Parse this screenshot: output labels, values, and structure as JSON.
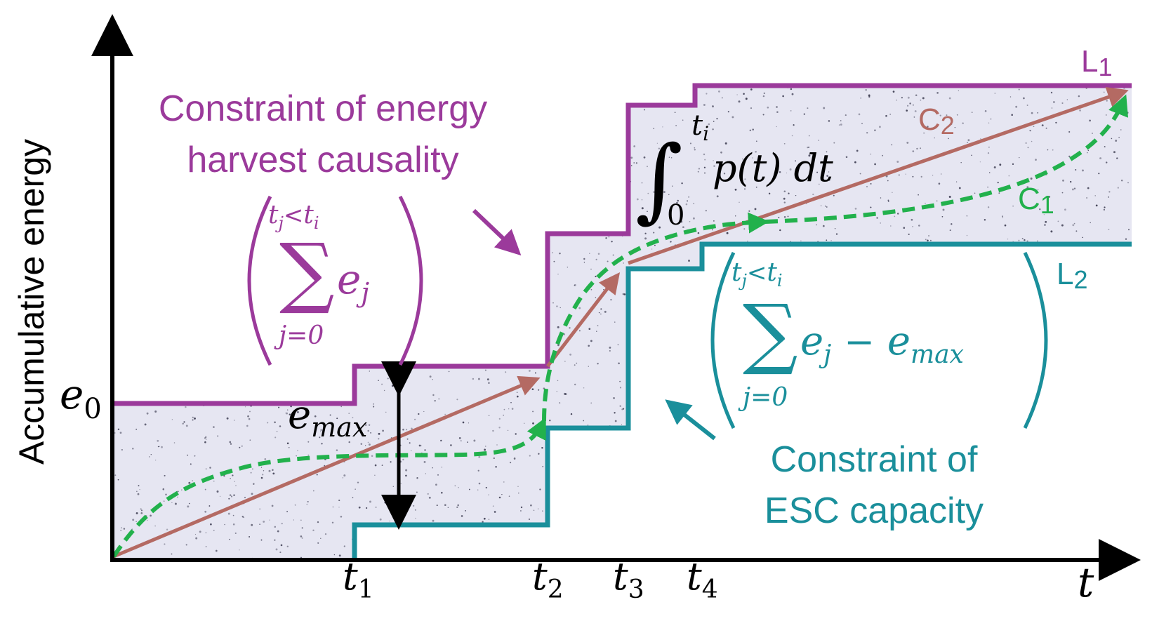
{
  "axes": {
    "y_label": "Accumulative energy",
    "x_label": "t",
    "y_tick": {
      "base": "e",
      "sub": "0"
    },
    "x_ticks": [
      {
        "base": "t",
        "sub": "1"
      },
      {
        "base": "t",
        "sub": "2"
      },
      {
        "base": "t",
        "sub": "3"
      },
      {
        "base": "t",
        "sub": "4"
      }
    ]
  },
  "curves": {
    "L1": {
      "letter": "L",
      "sub": "1",
      "color": "#9b3a9b"
    },
    "L2": {
      "letter": "L",
      "sub": "2",
      "color": "#1a8f9b"
    },
    "C1": {
      "letter": "C",
      "sub": "1",
      "color": "#22b14c"
    },
    "C2": {
      "letter": "C",
      "sub": "2",
      "color": "#b46a63"
    }
  },
  "annotations": {
    "upper_constraint": {
      "line1": "Constraint of energy",
      "line2": "harvest causality",
      "sum_top": "t",
      "sum_top_sub1": "j",
      "sum_top_lt": "<",
      "sum_top_sub2": "i",
      "sum_symbol": "∑",
      "sum_term": "e",
      "sum_term_sub": "j",
      "sum_bottom": "j=0",
      "color": "#9b3a9b"
    },
    "lower_constraint": {
      "line1": "Constraint of",
      "line2": "ESC capacity",
      "sum_top": "t",
      "sum_top_sub1": "j",
      "sum_top_lt": "<",
      "sum_top_sub2": "i",
      "sum_symbol": "∑",
      "sum_term": "e",
      "sum_term_sub": "j",
      "sum_minus": "−",
      "sum_emax": "e",
      "sum_emax_sub": "max",
      "sum_bottom": "j=0",
      "color": "#1a8f9b"
    },
    "integral": {
      "symbol": "∫",
      "upper": "t",
      "upper_sub": "i",
      "lower": "0",
      "integrand": "p(t) dt"
    },
    "emax": {
      "base": "e",
      "sub": "max"
    }
  },
  "colors": {
    "axis": "#000000",
    "fill": "#e6e6f2",
    "stipple": "#2a2a40"
  }
}
